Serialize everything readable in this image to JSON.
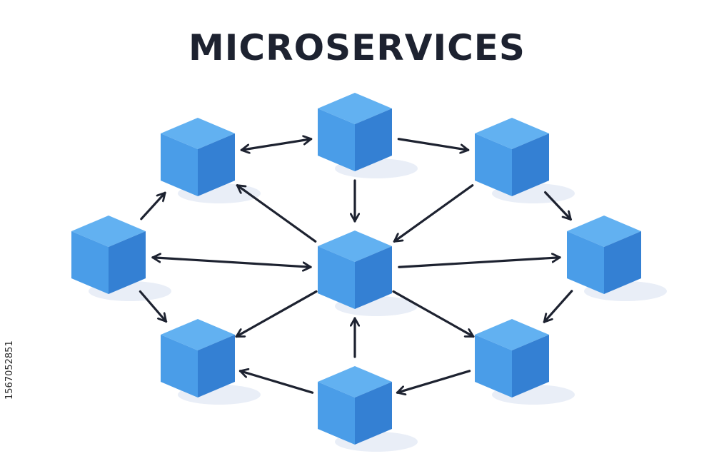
{
  "title": "MICROSERVICES",
  "stock_id": "1567052851",
  "colors": {
    "cube_top": "#62b1f1",
    "cube_left": "#4a9de8",
    "cube_right": "#3480d3",
    "arrow": "#1d2230",
    "shadow": "#e9eef7"
  },
  "diagram": {
    "nodes": [
      "service-top",
      "service-upper-left",
      "service-upper-right",
      "service-left",
      "service-center",
      "service-right",
      "service-lower-left",
      "service-lower-right",
      "service-bottom"
    ],
    "links": [
      {
        "from": "service-top",
        "to": "service-upper-left",
        "bidirectional": true
      },
      {
        "from": "service-top",
        "to": "service-upper-right",
        "bidirectional": false
      },
      {
        "from": "service-top",
        "to": "service-center",
        "bidirectional": false
      },
      {
        "from": "service-center",
        "to": "service-upper-left",
        "bidirectional": false
      },
      {
        "from": "service-left",
        "to": "service-upper-left",
        "bidirectional": false
      },
      {
        "from": "service-left",
        "to": "service-center",
        "bidirectional": true
      },
      {
        "from": "service-left",
        "to": "service-lower-left",
        "bidirectional": false
      },
      {
        "from": "service-upper-right",
        "to": "service-center",
        "bidirectional": false
      },
      {
        "from": "service-upper-right",
        "to": "service-right",
        "bidirectional": false
      },
      {
        "from": "service-center",
        "to": "service-right",
        "bidirectional": false
      },
      {
        "from": "service-center",
        "to": "service-lower-left",
        "bidirectional": false
      },
      {
        "from": "service-center",
        "to": "service-lower-right",
        "bidirectional": false
      },
      {
        "from": "service-right",
        "to": "service-lower-right",
        "bidirectional": false
      },
      {
        "from": "service-bottom",
        "to": "service-center",
        "bidirectional": false
      },
      {
        "from": "service-bottom",
        "to": "service-lower-left",
        "bidirectional": false
      },
      {
        "from": "service-lower-right",
        "to": "service-bottom",
        "bidirectional": false
      }
    ]
  }
}
